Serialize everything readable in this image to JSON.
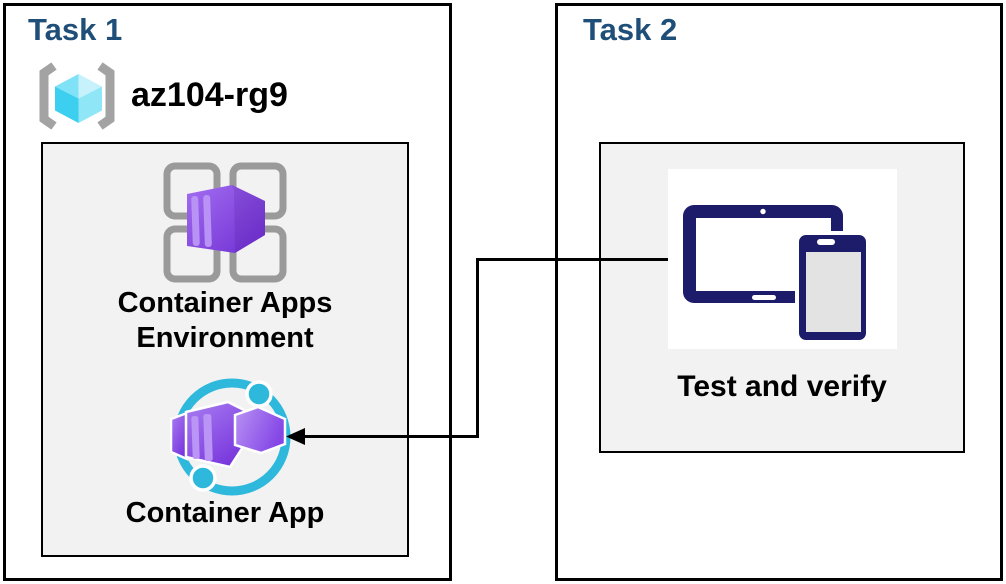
{
  "task1": {
    "title": "Task 1",
    "resource_group_label": "az104-rg9",
    "environment_label_line1": "Container Apps",
    "environment_label_line2": "Environment",
    "container_app_label": "Container App"
  },
  "task2": {
    "title": "Task 2",
    "test_verify_label": "Test and verify"
  },
  "icons": {
    "resource_group": "resource-group-icon",
    "container_apps_environment": "container-apps-environment-icon",
    "container_app": "container-app-icon",
    "devices": "devices-icon",
    "arrow": "arrow-left-connector"
  },
  "connector": {
    "from": "Test and verify",
    "to": "Container App",
    "arrow_direction": "left"
  },
  "colors": {
    "task_title_blue": "#1f4e79",
    "border_black": "#000000",
    "panel_gray": "#f2f2f2",
    "frame_gray": "#9a9a9a",
    "bracket_gray": "#a3a3a3",
    "cyan_accent": "#2eb8db",
    "purple_accent": "#8b51e8",
    "device_navy": "#1c1c6b",
    "label_text": "#000000"
  }
}
